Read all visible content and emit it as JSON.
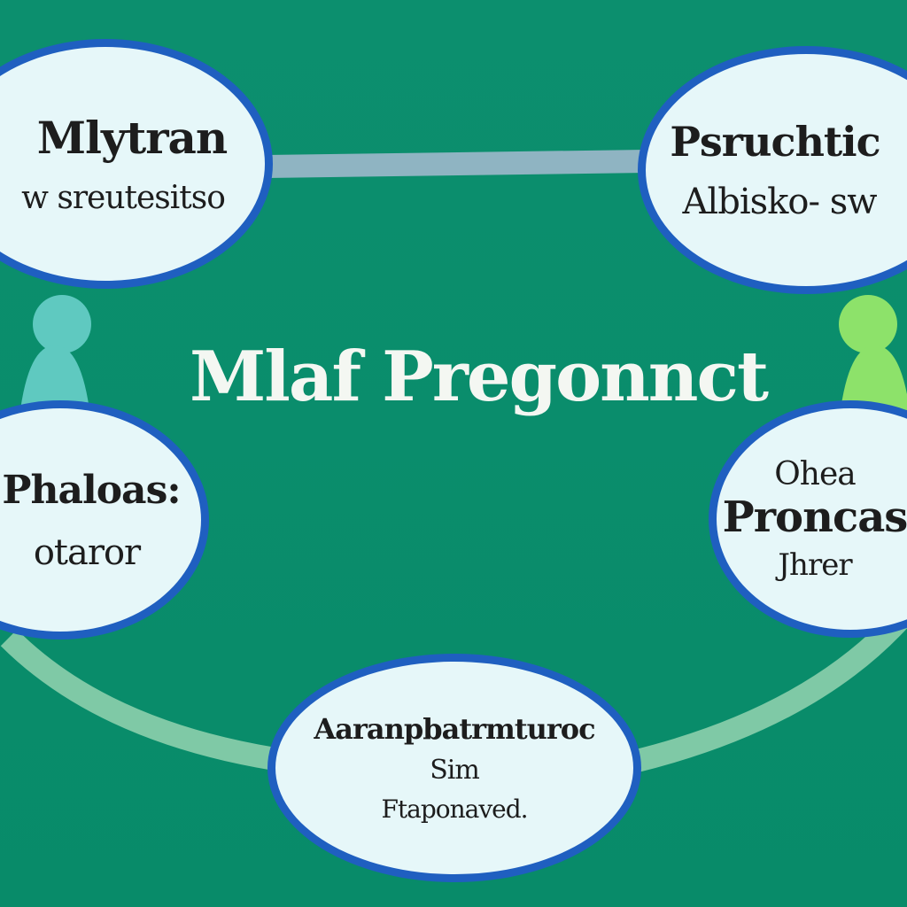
{
  "title": "Mlaf Pregonnct",
  "nodes": {
    "top_left": {
      "line1": "Mlytran",
      "line2": "w sreutesitso"
    },
    "top_right": {
      "line1": "Psruchtic",
      "line2": "Albisko- sw"
    },
    "mid_left": {
      "line1": "Phaloas:",
      "line2": "otaror"
    },
    "mid_right": {
      "line1": "Ohea",
      "line2": "Proncas",
      "line3": "Jhrer"
    },
    "bottom": {
      "line1": "Aaranpbatrmturoc",
      "line2": "Sim",
      "line3": "Ftaponaved."
    }
  },
  "colors": {
    "background": "#0a8e6c",
    "node_fill": "#e6f7f9",
    "node_border": "#1f5fc0",
    "connector_top": "#8fb4c2",
    "connector_bottom": "#7fc9a6",
    "person_left": "#5fc9c0",
    "person_right": "#8de26a",
    "title_color": "#f4f7f2"
  },
  "icons": [
    "person-icon-left",
    "person-icon-right"
  ]
}
